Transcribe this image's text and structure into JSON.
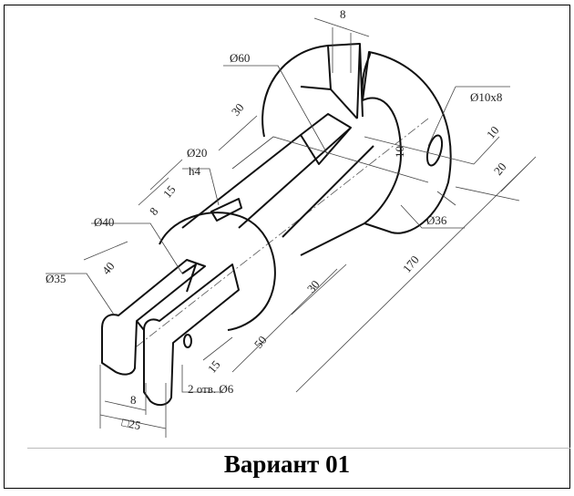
{
  "drawing": {
    "dimensions": {
      "slot_width_top": "8",
      "d60": "Ø60",
      "len30_top": "30",
      "hole_d10x8": "Ø10x8",
      "d20": "Ø20",
      "h4": "h4",
      "len15_top": "15",
      "len8_top": "8",
      "d40": "Ø40",
      "len10_vert": "10",
      "len10_right": "10",
      "len20_right": "20",
      "d36": "Ø36",
      "d35": "Ø35",
      "len40": "40",
      "len170": "170",
      "len30_mid": "30",
      "len50": "50",
      "len15_bottom": "15",
      "slot_width_bottom": "8",
      "square25": "□25",
      "holes_note": "2 отв. Ø6"
    }
  },
  "title": "Вариант 01"
}
